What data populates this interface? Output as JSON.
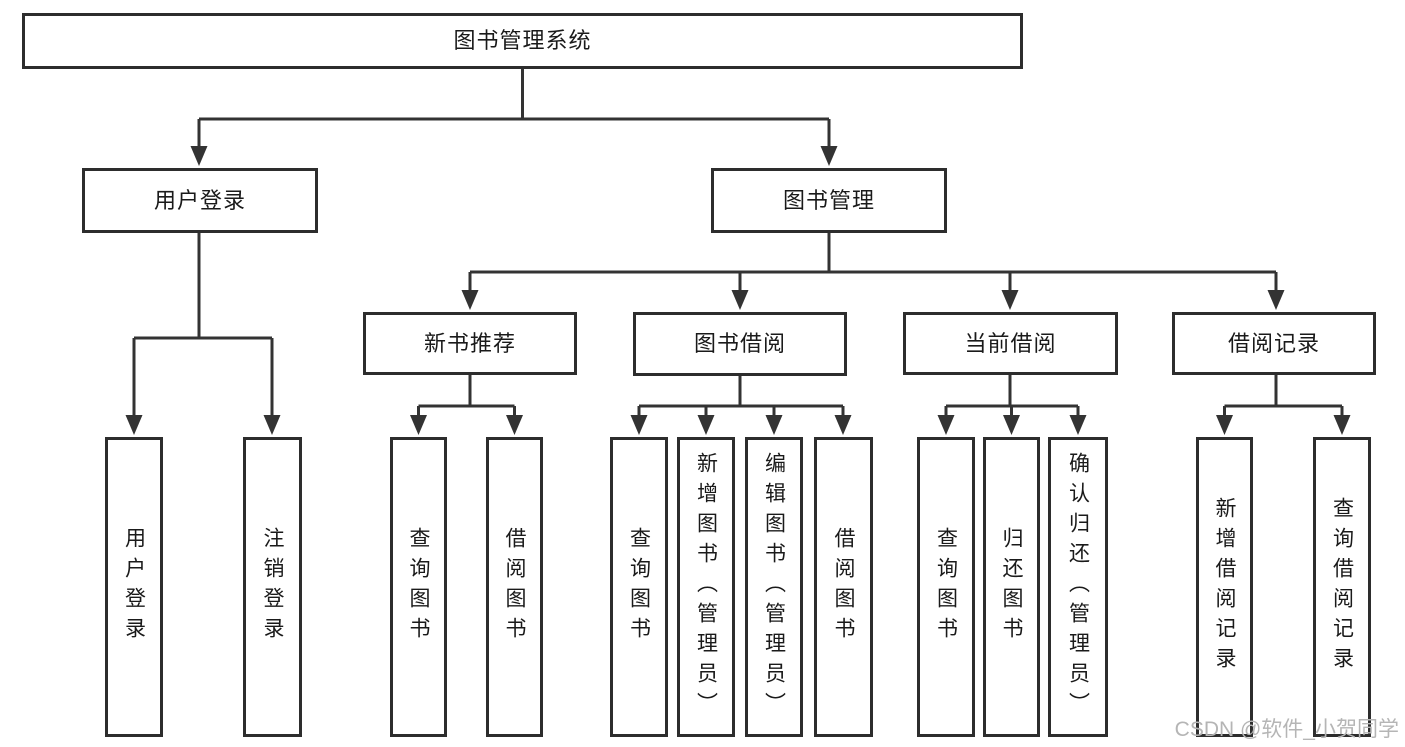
{
  "diagram": {
    "title_node": {
      "label": "图书管理系统"
    },
    "level2": [
      {
        "label": "用户登录"
      },
      {
        "label": "图书管理"
      }
    ],
    "level3": [
      {
        "label": "新书推荐",
        "parent": "图书管理"
      },
      {
        "label": "图书借阅",
        "parent": "图书管理"
      },
      {
        "label": "当前借阅",
        "parent": "图书管理"
      },
      {
        "label": "借阅记录",
        "parent": "图书管理"
      }
    ],
    "leaves": [
      {
        "label": "用户登录",
        "parent": "用户登录"
      },
      {
        "label": "注销登录",
        "parent": "用户登录"
      },
      {
        "label": "查询图书",
        "parent": "新书推荐"
      },
      {
        "label": "借阅图书",
        "parent": "新书推荐"
      },
      {
        "label": "查询图书",
        "parent": "图书借阅"
      },
      {
        "label": "新增图书（管理员）",
        "parent": "图书借阅"
      },
      {
        "label": "编辑图书（管理员）",
        "parent": "图书借阅"
      },
      {
        "label": "借阅图书",
        "parent": "图书借阅"
      },
      {
        "label": "查询图书",
        "parent": "当前借阅"
      },
      {
        "label": "归还图书",
        "parent": "当前借阅"
      },
      {
        "label": "确认归还（管理员）",
        "parent": "当前借阅"
      },
      {
        "label": "新增借阅记录",
        "parent": "借阅记录"
      },
      {
        "label": "查询借阅记录",
        "parent": "借阅记录"
      }
    ]
  },
  "watermark": {
    "text": "CSDN @软件_小贺同学",
    "color": "#b5b5b5"
  },
  "colors": {
    "line": "#333333",
    "box_border": "#2d2d2d",
    "text": "#1a1a1a",
    "background": "#ffffff"
  }
}
